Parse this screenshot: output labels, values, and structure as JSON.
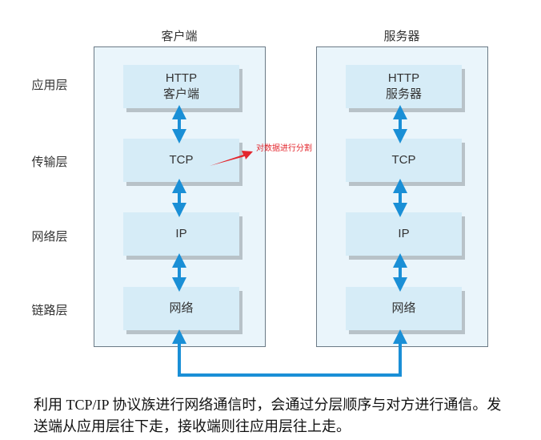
{
  "client": {
    "title": "客户端",
    "boxes": {
      "app_line1": "HTTP",
      "app_line2": "客户端",
      "transport": "TCP",
      "network": "IP",
      "link": "网络"
    }
  },
  "server": {
    "title": "服务器",
    "boxes": {
      "app_line1": "HTTP",
      "app_line2": "服务器",
      "transport": "TCP",
      "network": "IP",
      "link": "网络"
    }
  },
  "layers": {
    "application": "应用层",
    "transport": "传输层",
    "network": "网络层",
    "link": "链路层"
  },
  "annotation": "对数据进行分割",
  "caption": "利用 TCP/IP 协议族进行网络通信时，会通过分层顺序与对方进行通信。发送端从应用层往下走，接收端则往应用层往上走。",
  "colors": {
    "panel_bg": "#eaf5fb",
    "box_bg": "#d6ecf7",
    "arrow": "#1a8fd6",
    "annotation": "#e3262d"
  }
}
